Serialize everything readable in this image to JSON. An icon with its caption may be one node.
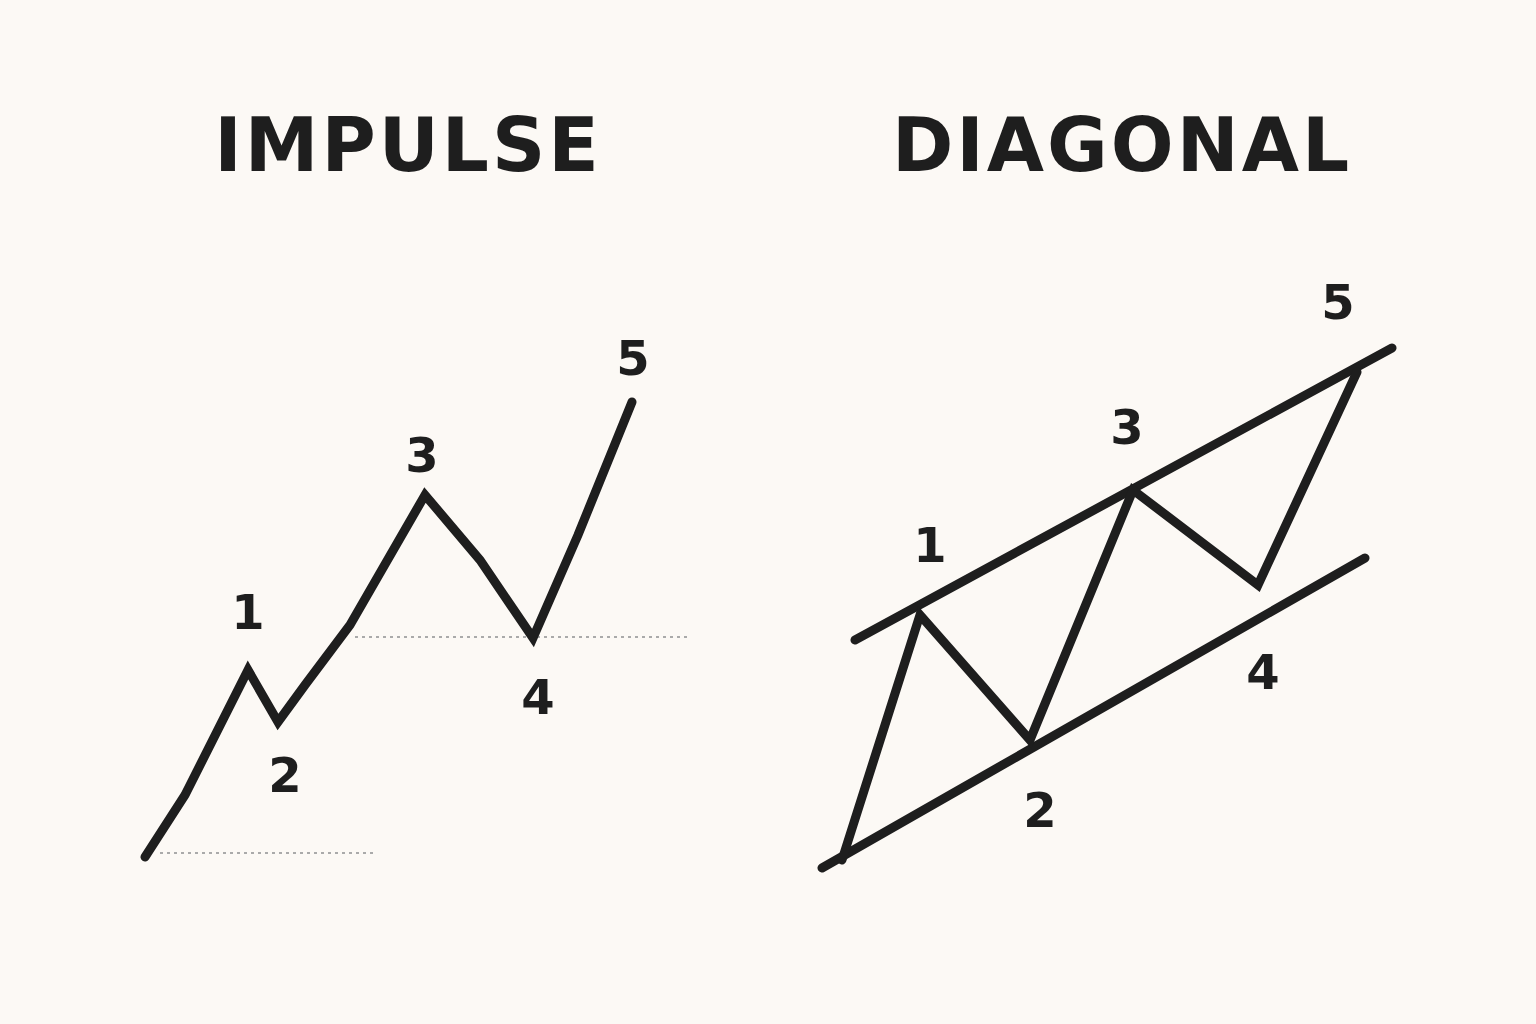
{
  "diagram": {
    "labels": [
      "IMPULSE",
      "DIAGONAL",
      "1",
      "2",
      "3",
      "4",
      "5",
      "1",
      "2",
      "3",
      "4",
      "5"
    ]
  }
}
